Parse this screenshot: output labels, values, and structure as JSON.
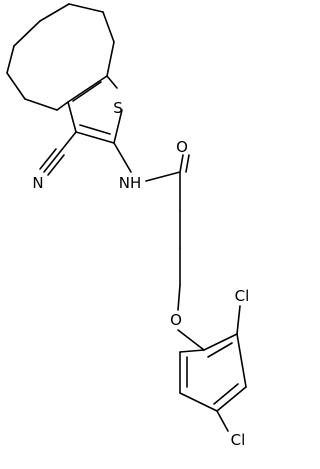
{
  "atom_labels": {
    "sulfur": "S",
    "nitrogen_nitrile": "N",
    "amide_nh": "NH",
    "oxygen_carbonyl": "O",
    "oxygen_ether": "O",
    "chlorine_ortho": "Cl",
    "chlorine_para": "Cl"
  }
}
